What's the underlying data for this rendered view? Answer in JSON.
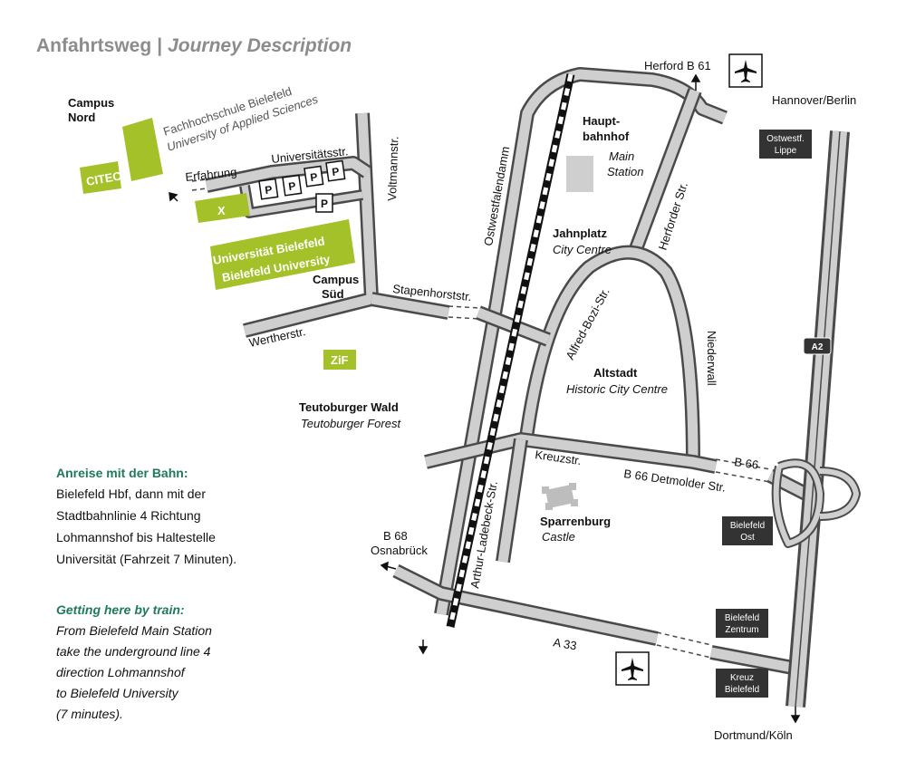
{
  "title": {
    "de": "Anfahrtsweg",
    "sep": "|",
    "en": "Journey Description"
  },
  "colors": {
    "green": "#a4c12a",
    "road_outline": "#4a4a4a",
    "road_fill": "#cfcfcf",
    "sign": "#333333",
    "teal": "#1f7a5c"
  },
  "campus": {
    "nord_line1": "Campus",
    "nord_line2": "Nord",
    "fh_line1": "Fachhochschule Bielefeld",
    "fh_line2": "University of Applied Sciences",
    "citec": "CITEC",
    "x_building": "X",
    "uni_line1": "Universität Bielefeld",
    "uni_line2": "Bielefeld University",
    "sued_line1": "Campus",
    "sued_line2": "Süd",
    "zif": "ZiF",
    "parking": "P"
  },
  "streets": {
    "erfahrung": "Erfahrung",
    "universitaetsstr": "Universitätsstr.",
    "voltmannstr": "Voltmannstr.",
    "stapenhorststr": "Stapenhorststr.",
    "wertherstr": "Wertherstr.",
    "ostwestfalendamm": "Ostwestfalendamm",
    "herforder": "Herforder Str.",
    "alfred_bozi": "Alfred-Bozi-Str.",
    "niederwall": "Niederwall",
    "kreuzstr": "Kreuzstr.",
    "b66": "B 66",
    "b66_detmolder": "B 66 Detmolder Str.",
    "arthur_ladebeck": "Arthur-Ladebeck-Str.",
    "a33": "A 33",
    "b68": "B 68",
    "osnabrueck": "Osnabrück",
    "herford_b61": "Herford B 61",
    "hannover_berlin": "Hannover/Berlin",
    "dortmund_koeln": "Dortmund/Köln",
    "a2": "A2"
  },
  "places": {
    "hbf_line1": "Haupt-",
    "hbf_line2": "bahnhof",
    "main_station_line1": "Main",
    "main_station_line2": "Station",
    "jahnplatz": "Jahnplatz",
    "city_centre": "City Centre",
    "altstadt": "Altstadt",
    "historic_city_centre": "Historic City Centre",
    "sparrenburg": "Sparrenburg",
    "castle": "Castle",
    "teuto_wald": "Teutoburger Wald",
    "teuto_forest": "Teutoburger Forest"
  },
  "signs": {
    "ostwestf_lippe": [
      "Ostwestf.",
      "Lippe"
    ],
    "bielefeld_ost": [
      "Bielefeld",
      "Ost"
    ],
    "bielefeld_zentrum": [
      "Bielefeld",
      "Zentrum"
    ],
    "kreuz_bielefeld": [
      "Kreuz",
      "Bielefeld"
    ]
  },
  "train": {
    "de_heading": "Anreise mit der Bahn:",
    "de_lines": [
      "Bielefeld Hbf, dann mit der",
      "Stadtbahnlinie 4 Richtung",
      "Lohmannshof bis Haltestelle",
      "Universität (Fahrzeit 7 Minuten)."
    ],
    "en_heading": "Getting here by train:",
    "en_lines": [
      "From Bielefeld Main Station",
      "take the underground line 4",
      "direction Lohmannshof",
      "to Bielefeld University",
      "(7 minutes)."
    ]
  },
  "icons": [
    "airport-icon",
    "castle-icon",
    "arrow-icon"
  ]
}
